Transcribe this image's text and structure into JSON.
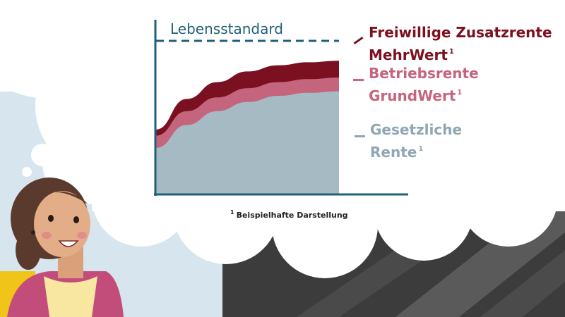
{
  "colors": {
    "mehrwert": "#7b1020",
    "grundwert": "#c4647d",
    "gesetzlich": "#a6bac4",
    "axis": "#1f6078",
    "sky": "#d7e6ee",
    "dark": "#3a3a3a"
  },
  "chart_data": {
    "type": "area",
    "title": "",
    "xlabel": "",
    "ylabel": "",
    "ylim": [
      0,
      100
    ],
    "x": [
      0,
      1,
      2,
      3,
      4,
      5,
      6
    ],
    "reference_line": {
      "label": "Lebensstandard",
      "value": 100,
      "style": "dashed"
    },
    "series": [
      {
        "name": "Gesetzliche Rente",
        "values": [
          30,
          45,
          54,
          60,
          64,
          66,
          67
        ],
        "color": "#a6bac4"
      },
      {
        "name": "Betriebsrente GrundWert",
        "values": [
          38,
          54,
          63,
          69,
          73,
          75,
          76
        ],
        "color": "#c4647d"
      },
      {
        "name": "Freiwillige Zusatzrente MehrWert",
        "values": [
          42,
          62,
          73,
          80,
          84,
          86,
          87
        ],
        "color": "#7b1020"
      }
    ],
    "legend_position": "right",
    "grid": false
  },
  "legend": [
    {
      "line1": "Freiwillige Zusatzrente",
      "line2": "MehrWert",
      "sup": "1"
    },
    {
      "line1": "Betriebsrente",
      "line2": "GrundWert",
      "sup": "1"
    },
    {
      "line1": "Gesetzliche",
      "line2": "Rente",
      "sup": "1"
    }
  ],
  "footnote": {
    "mark": "1",
    "text": "Beispielhafte Darstellung"
  },
  "character": {
    "icon": "smiling-woman-illustration"
  }
}
